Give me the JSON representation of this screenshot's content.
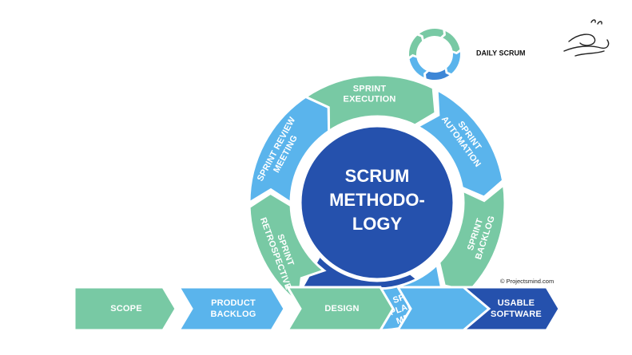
{
  "colors": {
    "green": "#78c9a4",
    "light_blue": "#5ab4ec",
    "mid_blue": "#3d86d6",
    "dark_blue": "#2551ad",
    "white": "#ffffff"
  },
  "center": {
    "line1": "SCRUM",
    "line2": "METHODO-",
    "line3": "LOGY"
  },
  "daily_scrum": "DAILY SCRUM",
  "copyright": "© Projectsmind.com",
  "cycle": [
    {
      "lines": [
        "SPRINT",
        "EXECUTION"
      ]
    },
    {
      "lines": [
        "SPRINT",
        "AUTOMATION"
      ]
    },
    {
      "lines": [
        "SPRINT",
        "BACKLOG"
      ]
    },
    {
      "lines": [
        "SPRINT",
        "PLANNING",
        "MEETING"
      ]
    },
    {
      "lines": [
        "SPRINT",
        "RETROSPECTIVE"
      ]
    },
    {
      "lines": [
        "SPRINT REVIEW",
        "MEETING"
      ]
    }
  ],
  "bottom_flow": [
    {
      "lines": [
        "SCOPE"
      ]
    },
    {
      "lines": [
        "PRODUCT",
        "BACKLOG"
      ]
    },
    {
      "lines": [
        "DESIGN"
      ]
    },
    {
      "lines": [
        "USABLE",
        "SOFTWARE"
      ]
    }
  ]
}
